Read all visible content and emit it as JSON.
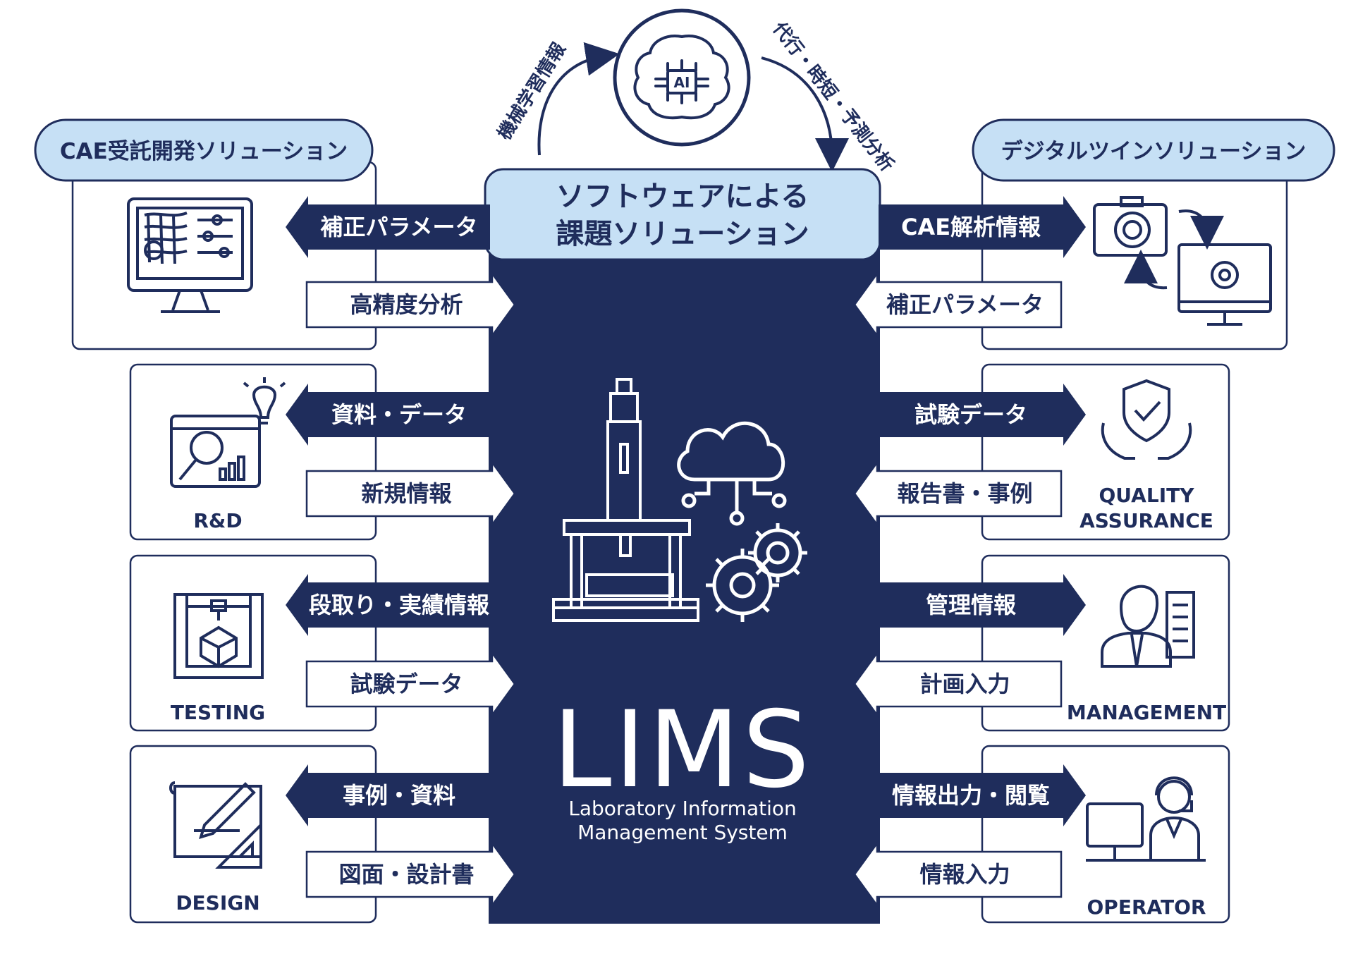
{
  "colors": {
    "navy": "#1f2d5c",
    "light_blue": "#c6e0f5",
    "white": "#ffffff"
  },
  "top": {
    "ai_label": "AI",
    "left_arc_label": "機械学習情報",
    "right_arc_label": "代行・時短・予測分析"
  },
  "solutions": {
    "left": "CAE受託開発ソリューション",
    "right": "デジタルツインソリューション",
    "center_line1": "ソフトウェアによる",
    "center_line2": "課題ソリューション"
  },
  "lims": {
    "title": "LIMS",
    "subtitle_line1": "Laboratory Information",
    "subtitle_line2": "Management System"
  },
  "rows": {
    "cae": {
      "icon": "monitor-mesh-icon",
      "out": "補正パラメータ",
      "in": "高精度分析"
    },
    "twin": {
      "icon": "camera-monitor-icon",
      "out": "CAE解析情報",
      "in": "補正パラメータ"
    },
    "rnd": {
      "label": "R&D",
      "icon": "research-icon",
      "out": "資料・データ",
      "in": "新規情報"
    },
    "qa": {
      "label": "QUALITY ASSURANCE",
      "label_line1": "QUALITY",
      "label_line2": "ASSURANCE",
      "icon": "shield-check-icon",
      "out": "試験データ",
      "in": "報告書・事例"
    },
    "testing": {
      "label": "TESTING",
      "icon": "3d-printer-icon",
      "out": "段取り・実績情報",
      "in": "試験データ"
    },
    "management": {
      "label": "MANAGEMENT",
      "icon": "manager-icon",
      "out": "管理情報",
      "in": "計画入力"
    },
    "design": {
      "label": "DESIGN",
      "icon": "blueprint-icon",
      "out": "事例・資料",
      "in": "図面・設計書"
    },
    "operator": {
      "label": "OPERATOR",
      "icon": "operator-icon",
      "out": "情報出力・閲覧",
      "in": "情報入力"
    }
  }
}
